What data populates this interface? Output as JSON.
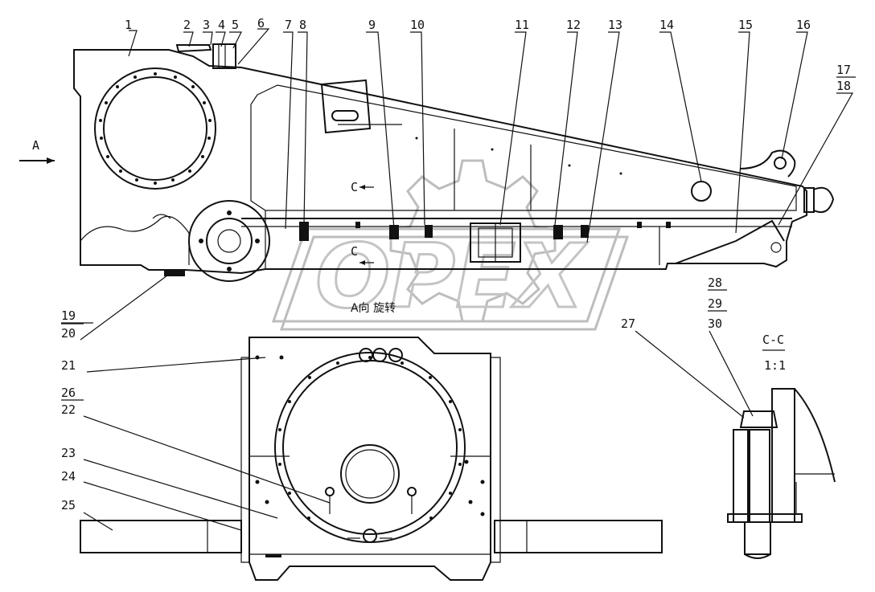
{
  "labels": [
    {
      "id": "1",
      "text": "1"
    },
    {
      "id": "2",
      "text": "2"
    },
    {
      "id": "3",
      "text": "3"
    },
    {
      "id": "4",
      "text": "4"
    },
    {
      "id": "5",
      "text": "5"
    },
    {
      "id": "6",
      "text": "6"
    },
    {
      "id": "7",
      "text": "7"
    },
    {
      "id": "8",
      "text": "8"
    },
    {
      "id": "9",
      "text": "9"
    },
    {
      "id": "10",
      "text": "10"
    },
    {
      "id": "11",
      "text": "11"
    },
    {
      "id": "12",
      "text": "12"
    },
    {
      "id": "13",
      "text": "13"
    },
    {
      "id": "14",
      "text": "14"
    },
    {
      "id": "15",
      "text": "15"
    },
    {
      "id": "16",
      "text": "16"
    },
    {
      "id": "17",
      "text": "17"
    },
    {
      "id": "18",
      "text": "18"
    },
    {
      "id": "19",
      "text": "19"
    },
    {
      "id": "20",
      "text": "20"
    },
    {
      "id": "21",
      "text": "21"
    },
    {
      "id": "26",
      "text": "26"
    },
    {
      "id": "22",
      "text": "22"
    },
    {
      "id": "23",
      "text": "23"
    },
    {
      "id": "24",
      "text": "24"
    },
    {
      "id": "25",
      "text": "25"
    },
    {
      "id": "27",
      "text": "27"
    },
    {
      "id": "28",
      "text": "28"
    },
    {
      "id": "29",
      "text": "29"
    },
    {
      "id": "30",
      "text": "30"
    }
  ],
  "annotations": {
    "view_a_marker": "A",
    "section_c_top": "C",
    "section_c_bottom": "C",
    "view_a_rotated": "A向 旋转",
    "section_cc_title": "C-C",
    "section_cc_scale": "1:1"
  },
  "watermark": {
    "text": "OPEX",
    "color": "#c4c4c4"
  }
}
